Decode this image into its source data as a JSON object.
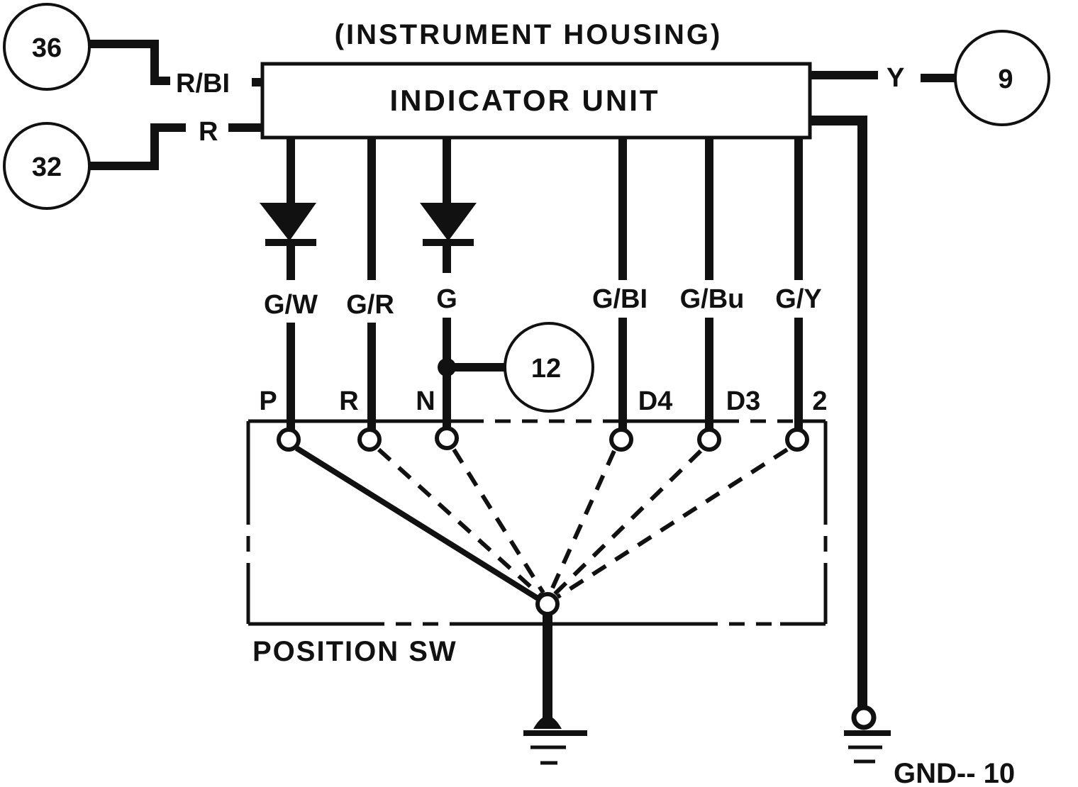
{
  "housing_title": "(INSTRUMENT HOUSING)",
  "indicator_unit_label": "INDICATOR UNIT",
  "position_switch_label": "POSITION SW",
  "ground_label": "GND-- 10",
  "connectors": {
    "c36": "36",
    "c32": "32",
    "c9": "9",
    "c12": "12"
  },
  "wires": {
    "rbl": "R/BI",
    "r": "R",
    "y": "Y",
    "gw": "G/W",
    "gr": "G/R",
    "g": "G",
    "gbl": "G/BI",
    "gbu": "G/Bu",
    "gy": "G/Y"
  },
  "positions": {
    "p": "P",
    "r": "R",
    "n": "N",
    "d4": "D4",
    "d3": "D3",
    "two": "2"
  },
  "colors": {
    "ink": "#111111",
    "background": "#ffffff"
  }
}
